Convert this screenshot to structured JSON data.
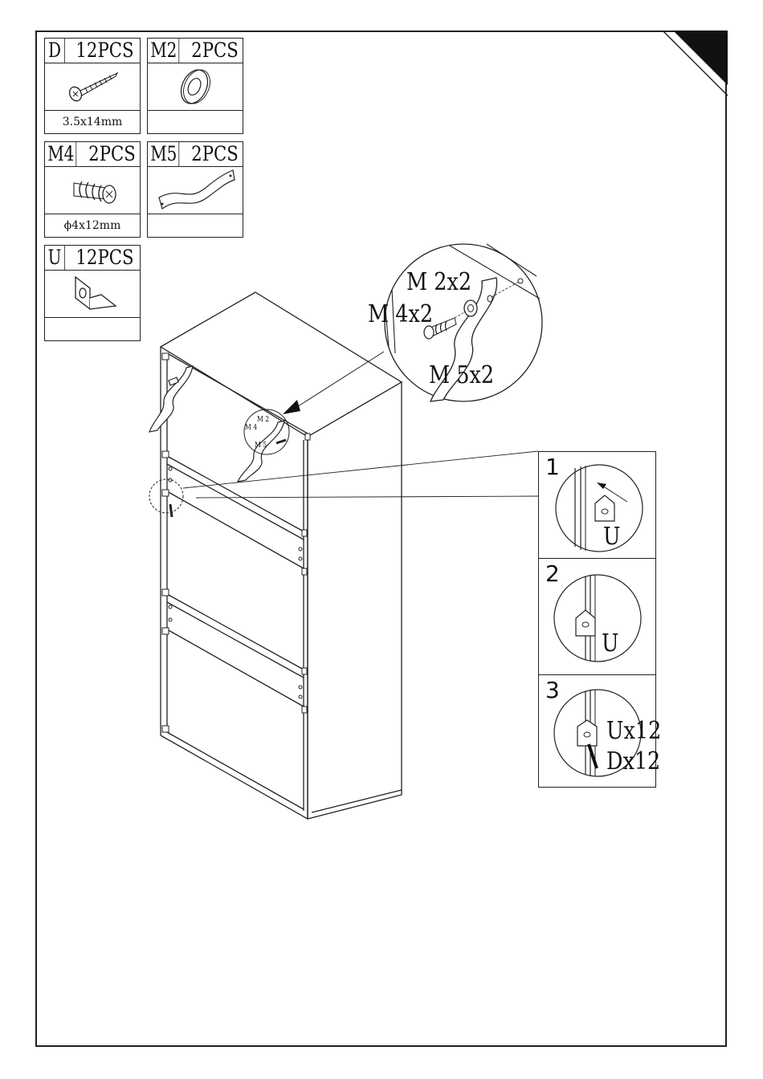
{
  "parts": [
    {
      "code": "D",
      "qty": "12PCS",
      "size": "3.5x14mm",
      "icon": "screw-icon"
    },
    {
      "code": "M2",
      "qty": "2PCS",
      "size": "",
      "icon": "washer-icon"
    },
    {
      "code": "M4",
      "qty": "2PCS",
      "size": "ϕ4x12mm",
      "icon": "wall-screw-icon"
    },
    {
      "code": "M5",
      "qty": "2PCS",
      "size": "",
      "icon": "strap-icon"
    },
    {
      "code": "U",
      "qty": "12PCS",
      "size": "",
      "icon": "bracket-icon"
    }
  ],
  "callout": {
    "m2": "M 2x2",
    "m4": "M 4x2",
    "m5": "M 5x2",
    "small_m4": "M 4",
    "small_m2": "M 2",
    "small_m5": "M 5"
  },
  "steps": [
    {
      "number": "1",
      "labels": [
        "U"
      ]
    },
    {
      "number": "2",
      "labels": [
        "U"
      ]
    },
    {
      "number": "3",
      "labels": [
        "Ux12",
        "Dx12"
      ]
    }
  ]
}
